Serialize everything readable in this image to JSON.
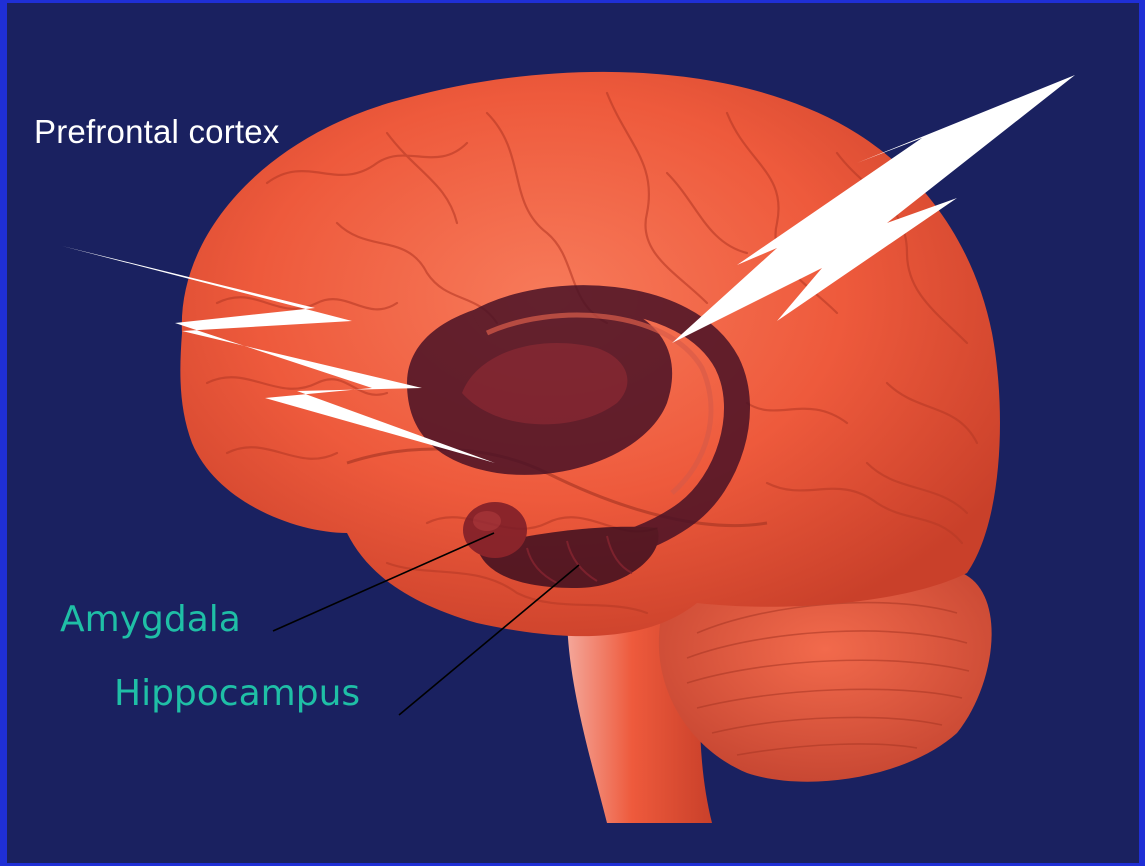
{
  "labels": {
    "prefrontal": "Prefrontal cortex",
    "amygdala": "Amygdala",
    "hippocampus": "Hippocampus"
  },
  "colors": {
    "background": "#1a2160",
    "border": "#1f2fd6",
    "brain": "#ee5a3c",
    "limbic": "#4a1226",
    "structure_label": "#1fbfa6",
    "cortex_label": "#ffffff",
    "lightning": "#ffffff"
  },
  "icons": [
    "brain-illustration",
    "lightning-bolt-icon"
  ]
}
